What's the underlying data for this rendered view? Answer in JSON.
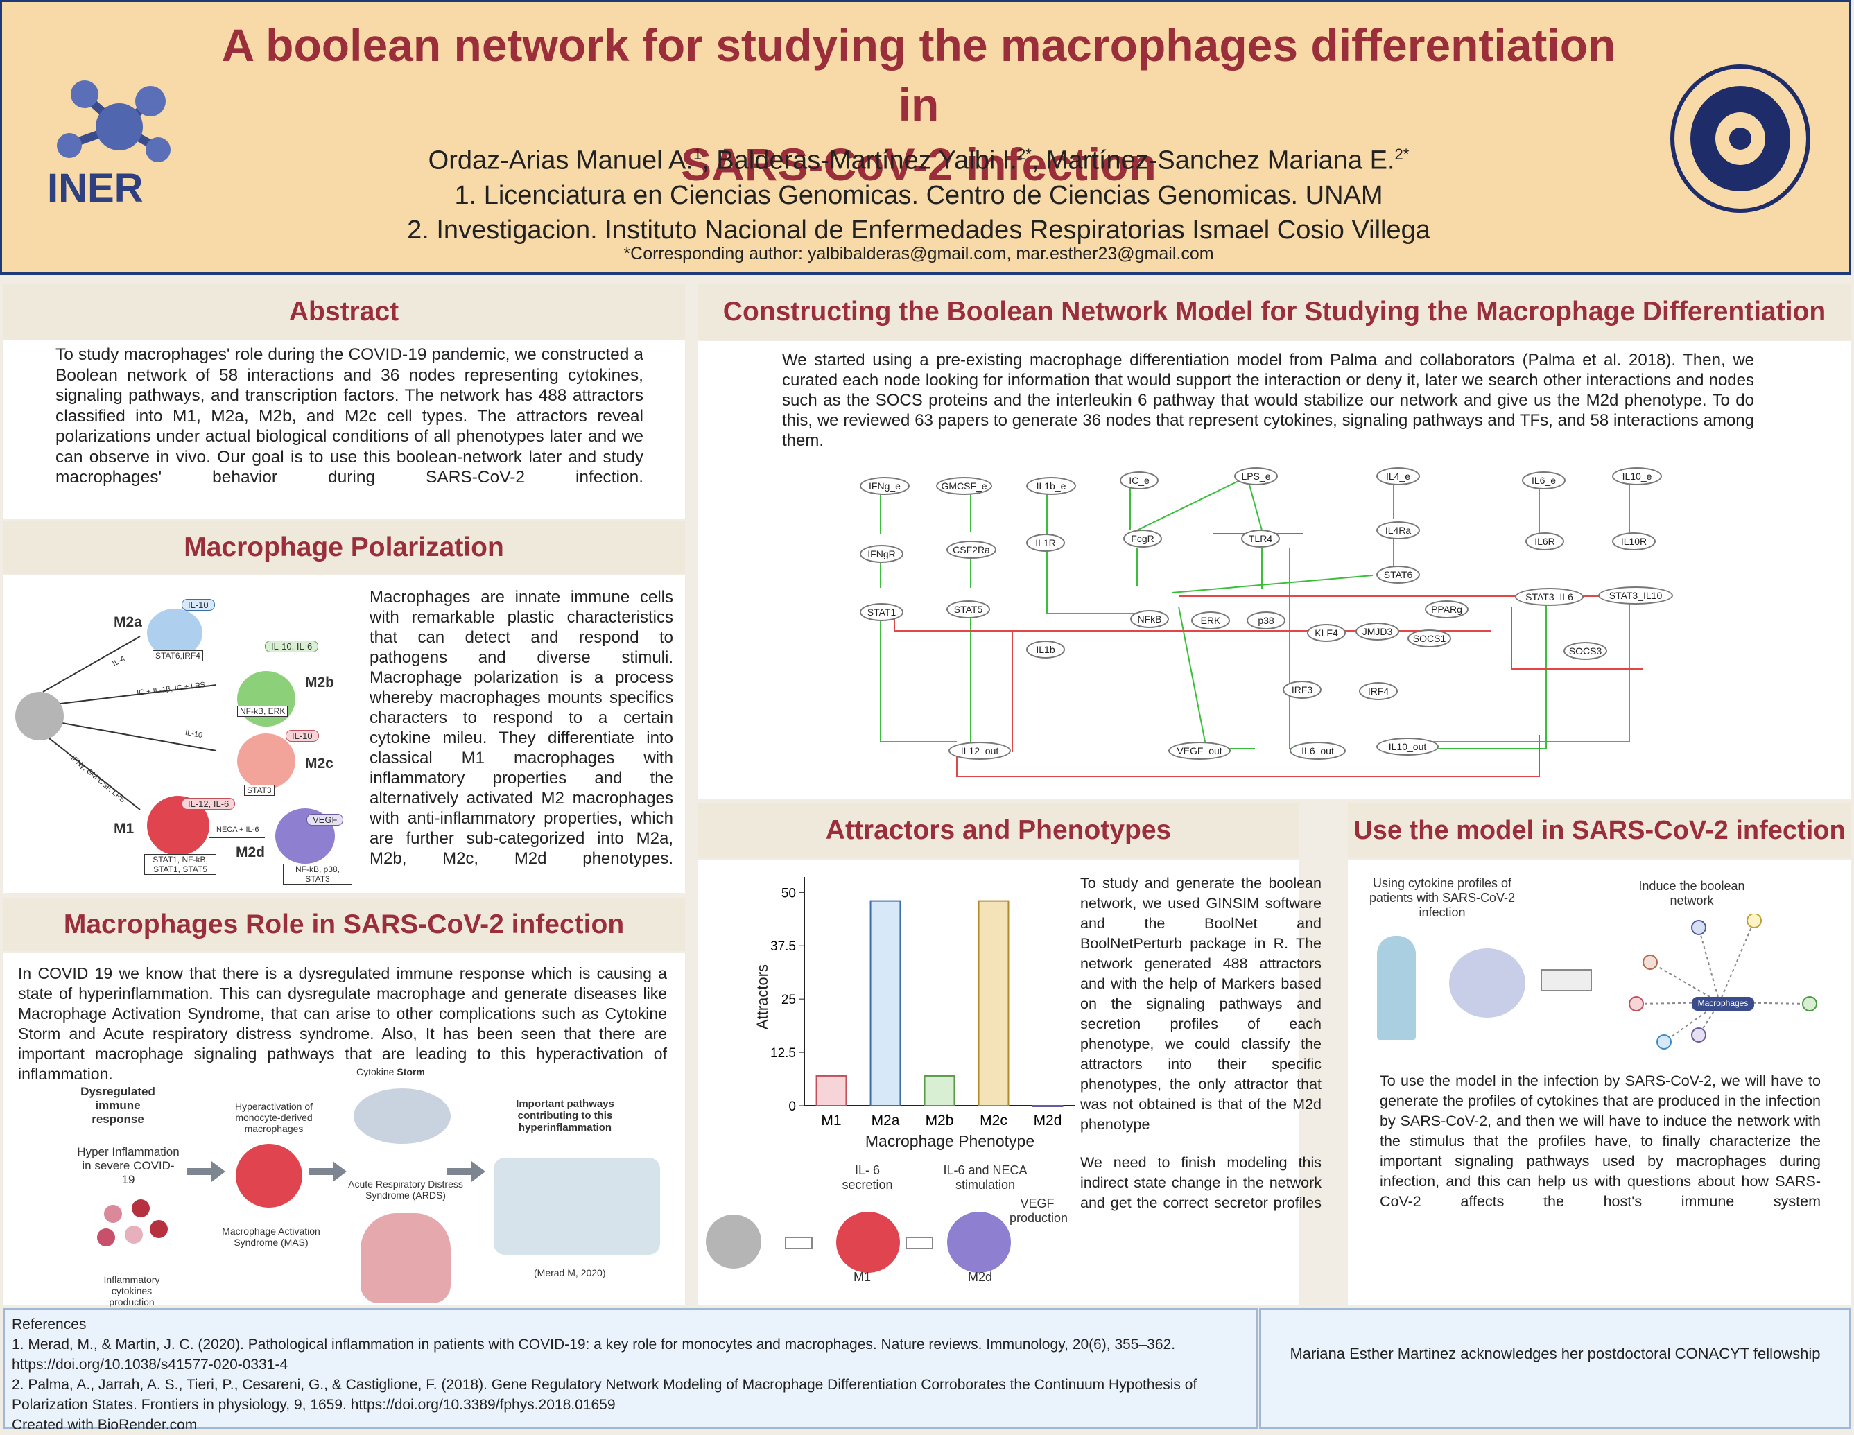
{
  "header": {
    "title_line1": "A boolean network for studying the macrophages differentiation in",
    "title_line2": "SARS-CoV-2 infection",
    "authors_prefix1": "Ordaz-Arias Manuel A.",
    "sup1": "1",
    "authors_prefix2": ", Balderas-Martínez Yalbi I.",
    "sup2": "2*",
    "authors_prefix3": ", Martínez-Sanchez Mariana E.",
    "sup3": "2*",
    "affiliation1": "1. Licenciatura en Ciencias Genomicas. Centro de Ciencias Genomicas. UNAM",
    "affiliation2": "2. Investigacion. Instituto Nacional de Enfermedades Respiratorias Ismael Cosio Villega",
    "corresponding": "*Corresponding author: yalbibalderas@gmail.com, mar.esther23@gmail.com",
    "logo_left_text": "INER",
    "colors": {
      "title": "#9b2e3b",
      "header_bg": "#f8d9a8",
      "border": "#1e3a78"
    }
  },
  "abstract": {
    "heading": "Abstract",
    "body": "To study macrophages' role during the COVID-19 pandemic, we constructed a Boolean network of 58 interactions and 36 nodes representing cytokines, signaling pathways, and transcription factors. The network has 488 attractors classified into M1, M2a, M2b, and M2c cell types. The attractors reveal polarizations under actual biological conditions of all phenotypes later and we can observe in vivo. Our goal is to use this boolean-network later and study macrophages' behavior during SARS-CoV-2 infection."
  },
  "polarization": {
    "heading": "Macrophage Polarization",
    "body": "Macrophages are innate immune cells with remarkable plastic characteristics that can detect and respond to pathogens and diverse stimuli. Macrophage polarization is a process whereby macrophages mounts specifics characters to respond to a certain cytokine mileu. They differentiate into classical M1 macrophages with inflammatory properties and the alternatively activated M2 macrophages with anti-inflammatory properties, which are further sub-categorized into M2a, M2b, M2c, M2d phenotypes.",
    "figure": {
      "m2a": "M2a",
      "m2a_badge": "IL-10",
      "m2a_box": "STAT6,IRF4",
      "arrow_m2a": "IL-4",
      "m2b": "M2b",
      "m2b_badge": "IL-10, IL-6",
      "m2b_box": "NF-kB, ERK",
      "arrow_m2b": "IC + IL-1β, IC + LPS",
      "m2c": "M2c",
      "m2c_badge": "IL-10",
      "m2c_box": "STAT3",
      "arrow_m2c": "IL-10",
      "m1": "M1",
      "m1_badge": "IL-12, IL-6",
      "m1_box": "STAT1, NF-kB, STAT1, STAT5",
      "arrow_m1": "IFNγ, GM-CSF, LPS",
      "m2d": "M2d",
      "m2d_badge": "VEGF",
      "m2d_box": "NF-kB, p38, STAT3",
      "arrow_m2d": "NECA + IL-6"
    }
  },
  "sars_role": {
    "heading": "Macrophages Role in SARS-CoV-2 infection",
    "body": "In COVID 19 we know that there is a dysregulated immune response which is causing a state of hyperinflammation. This can dysregulate macrophage and generate diseases like Macrophage Activation Syndrome, that can arise to other complications such as Cytokine Storm and Acute respiratory distress syndrome. Also, It has been seen that there are important macrophage signaling pathways that are leading to this hyperactivation of inflammation.",
    "figure": {
      "dysregulated": "Dysregulated immune response",
      "hyper": "Hyper Inflammation in severe COVID-19",
      "inflammatory": "Inflammatory cytokines production",
      "hyperactivation": "Hyperactivation of monocyte-derived macrophages",
      "mas": "Macrophage Activation Syndrome (MAS)",
      "storm_prefix": "Cytokine ",
      "storm_bold": "Storm",
      "ards": "Acute Respiratory Distress Syndrome (ARDS)",
      "pathways": "Important pathways contributing to this hyperinflammation",
      "citation": "(Merad M, 2020)"
    }
  },
  "constructing": {
    "heading": "Constructing the Boolean Network Model for Studying the Macrophage Differentiation",
    "body": "We started using a pre-existing macrophage differentiation model from Palma and collaborators (Palma et al. 2018). Then, we curated each node looking for information that would support the interaction or deny it, later we search other interactions and nodes such as the SOCS proteins and the interleukin 6 pathway that would stabilize our network and give us the M2d phenotype. To do this, we reviewed 63 papers to generate 36 nodes that represent cytokines, signaling pathways and TFs, and 58 interactions among them.",
    "network_nodes": [
      "IFNg_e",
      "GMCSF_e",
      "IL1b_e",
      "IC_e",
      "LPS_e",
      "IL4_e",
      "IL6_e",
      "IL10_e",
      "IFNgR",
      "CSF2Ra",
      "IL1R",
      "FcgR",
      "TLR4",
      "IL4Ra",
      "IL6R",
      "IL10R",
      "STAT6",
      "STAT1",
      "STAT5",
      "NFkB",
      "ERK",
      "p38",
      "KLF4",
      "JMJD3",
      "PPARg",
      "SOCS1",
      "STAT3_IL6",
      "STAT3_IL10",
      "SOCS3",
      "IL1b",
      "IRF3",
      "IRF4",
      "IL12_out",
      "VEGF_out",
      "IL6_out",
      "IL10_out"
    ]
  },
  "attractors": {
    "heading": "Attractors and Phenotypes",
    "body1": "To study and generate the boolean network, we used GINSIM software and the BoolNet and BoolNetPerturb package in R. The network generated 488 attractors and with the help of Markers based on the signaling pathways and secretion profiles of each phenotype, we could classify the attractors into their specific phenotypes, the only attractor that was not obtained is that of the M2d phenotype",
    "body2": "We need to finish modeling this indirect state change in the network and get the correct secretor profiles",
    "flow": {
      "il6": "IL- 6 secretion",
      "il6neca": "IL-6 and NECA stimulation",
      "vegf": "VEGF production",
      "m1": "M1",
      "m2d": "M2d"
    }
  },
  "chart_data": {
    "type": "bar",
    "categories": [
      "M1",
      "M2a",
      "M2b",
      "M2c",
      "M2d"
    ],
    "values": [
      7,
      48,
      7,
      48,
      0
    ],
    "colors": [
      "#f7d4d8",
      "#d7e8f8",
      "#d9efd4",
      "#f4e2b8",
      "#e6e0f2"
    ],
    "strokes": [
      "#c0505c",
      "#3b6fa8",
      "#5a9a4a",
      "#b08a2c",
      "#6a5aa0"
    ],
    "xlabel": "Macrophage Phenotype",
    "ylabel": "Attractors",
    "yticks": [
      "0",
      "12.5",
      "25",
      "37.5",
      "50"
    ],
    "ylim": [
      0,
      52
    ]
  },
  "use_model": {
    "heading": "Use the model in SARS-CoV-2 infection",
    "fig_left": "Using cytokine profiles of patients with SARS-CoV-2 infection",
    "fig_right": "Induce the boolean network",
    "fig_center": "Macrophages",
    "body": "To use the model in the infection by SARS-CoV-2, we will have to generate the profiles of cytokines that are produced in the infection by SARS-CoV-2, and then we will have to induce the network with the stimulus that the profiles have, to finally characterize the important signaling pathways used by macrophages during infection, and this can help us with questions about how SARS-CoV-2 affects the host's immune system"
  },
  "references": {
    "heading": "References",
    "ref1": "1. Merad, M., & Martin, J. C. (2020). Pathological inflammation in patients with COVID-19: a key role for monocytes and macrophages. Nature reviews. Immunology, 20(6), 355–362. https://doi.org/10.1038/s41577-020-0331-4",
    "ref2": "2. Palma, A., Jarrah, A. S., Tieri, P., Cesareni, G., & Castiglione, F. (2018). Gene Regulatory Network Modeling of Macrophage Differentiation Corroborates the Continuum Hypothesis of Polarization States. Frontiers in physiology, 9, 1659. https://doi.org/10.3389/fphys.2018.01659",
    "created": "Created with BioRender.com"
  },
  "acknowledgement": "Mariana Esther Martinez acknowledges her postdoctoral CONACYT fellowship"
}
